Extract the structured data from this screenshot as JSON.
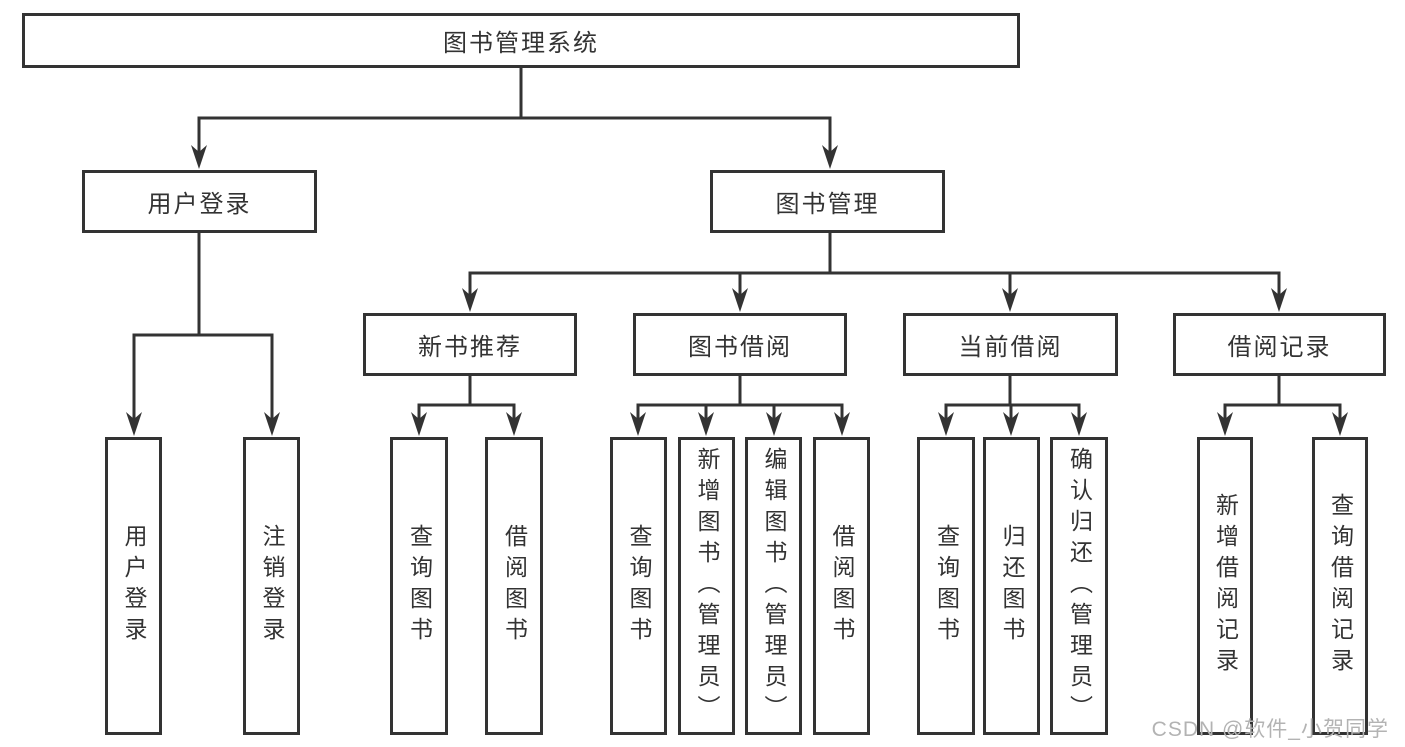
{
  "tree": {
    "root": {
      "label": "图书管理系统"
    },
    "branches": [
      {
        "label": "用户登录",
        "children": [
          {
            "label": "用户登录"
          },
          {
            "label": "注销登录"
          }
        ]
      },
      {
        "label": "图书管理",
        "children": [
          {
            "label": "新书推荐",
            "children": [
              {
                "label": "查询图书"
              },
              {
                "label": "借阅图书"
              }
            ]
          },
          {
            "label": "图书借阅",
            "children": [
              {
                "label": "查询图书"
              },
              {
                "label": "新增图书（管理员）"
              },
              {
                "label": "编辑图书（管理员）"
              },
              {
                "label": "借阅图书"
              }
            ]
          },
          {
            "label": "当前借阅",
            "children": [
              {
                "label": "查询图书"
              },
              {
                "label": "归还图书"
              },
              {
                "label": "确认归还（管理员）"
              }
            ]
          },
          {
            "label": "借阅记录",
            "children": [
              {
                "label": "新增借阅记录"
              },
              {
                "label": "查询借阅记录"
              }
            ]
          }
        ]
      }
    ]
  },
  "watermark": {
    "text": "CSDN @软件_小贺同学"
  },
  "colors": {
    "line": "#333333",
    "text": "#333333",
    "box_fill": "#ffffff",
    "watermark": "#b3b3b3"
  }
}
